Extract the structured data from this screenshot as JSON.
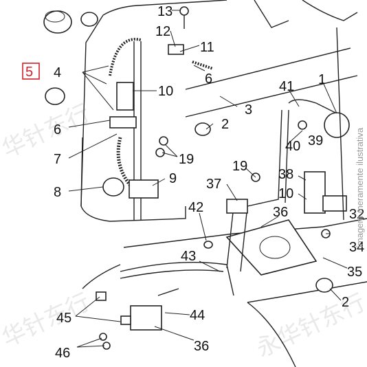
{
  "callouts": {
    "c1": "1",
    "c2a": "2",
    "c2b": "2",
    "c3": "3",
    "c4": "4",
    "c5": "5",
    "c6a": "6",
    "c6b": "6",
    "c7": "7",
    "c8": "8",
    "c9": "9",
    "c10a": "10",
    "c10b": "10",
    "c11": "11",
    "c12": "12",
    "c13": "13",
    "c19a": "19",
    "c19b": "19",
    "c32": "32",
    "c34": "34",
    "c35": "35",
    "c36a": "36",
    "c36b": "36",
    "c37": "37",
    "c38": "38",
    "c39": "39",
    "c40": "40",
    "c41": "41",
    "c42": "42",
    "c43": "43",
    "c44": "44",
    "c45": "45",
    "c46": "46"
  },
  "watermark": {
    "text1": "华针东行",
    "text2": "华针东行",
    "text3": "永华针东行"
  },
  "side_caption": "imagem meramente ilustrativa",
  "colors": {
    "highlight": "#d0202a",
    "ink": "#222222"
  }
}
